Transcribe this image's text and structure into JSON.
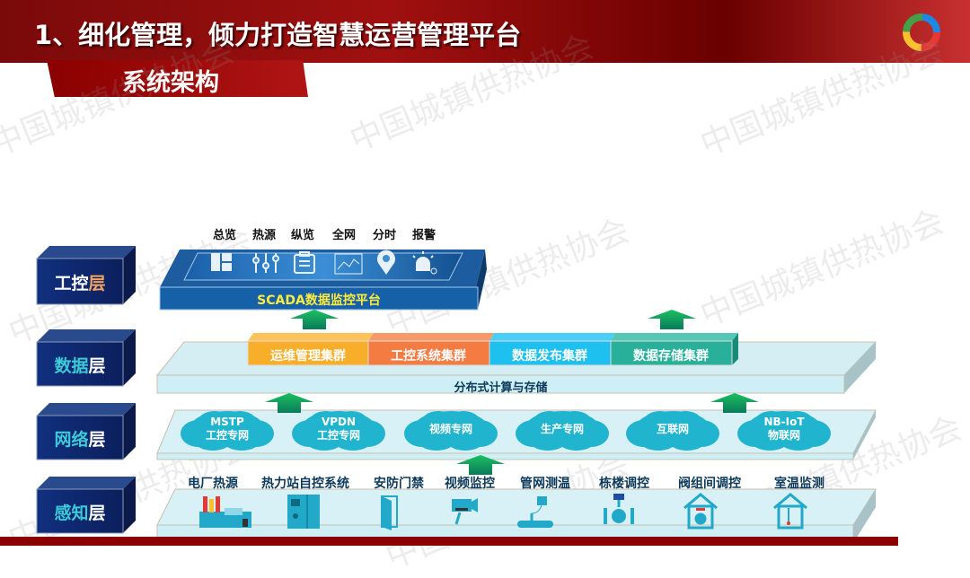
{
  "header": {
    "title": "1、细化管理，倾力打造智慧运营管理平台",
    "subtitle": "系统架构"
  },
  "watermark": "中国城镇供热协会",
  "layers": [
    {
      "a": "工控",
      "b": "层"
    },
    {
      "a": "数据",
      "b": "层"
    },
    {
      "a": "网络",
      "b": "层"
    },
    {
      "a": "感知",
      "b": "层"
    }
  ],
  "scada": {
    "tabs": [
      "总览",
      "热源",
      "纵览",
      "全网",
      "分时",
      "报警"
    ],
    "label": "SCADA数据监控平台"
  },
  "data_layer": {
    "clusters": [
      "运维管理集群",
      "工控系统集群",
      "数据发布集群",
      "数据存储集群"
    ],
    "base": "分布式计算与存储"
  },
  "network_layer": {
    "clouds": [
      [
        "MSTP",
        "工控专网"
      ],
      [
        "VPDN",
        "工控专网"
      ],
      [
        "视频专网"
      ],
      [
        "生产专网"
      ],
      [
        "互联网"
      ],
      [
        "NB-IoT",
        "物联网"
      ]
    ]
  },
  "sensing_layer": {
    "items": [
      "电厂热源",
      "热力站自控系统",
      "安防门禁",
      "视频监控",
      "管网测温",
      "栋楼调控",
      "阀组间调控",
      "室温监测"
    ]
  },
  "colors": {
    "clusters": [
      "#f9a825",
      "#f47b42",
      "#1ec0f0",
      "#28b09a"
    ],
    "cube": "#0f2a7a",
    "arrow": "#12a850"
  }
}
